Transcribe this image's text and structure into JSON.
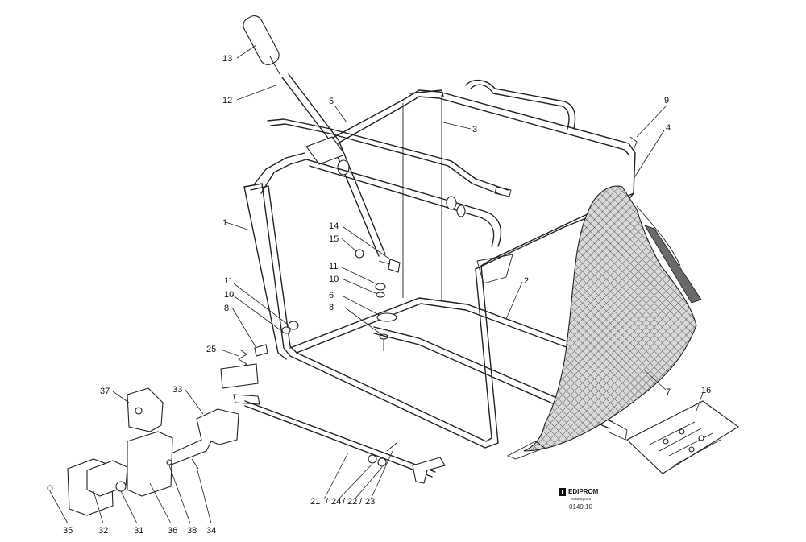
{
  "diagram": {
    "callouts": [
      {
        "id": "c13",
        "label": "13"
      },
      {
        "id": "c12",
        "label": "12"
      },
      {
        "id": "c5",
        "label": "5"
      },
      {
        "id": "c3",
        "label": "3"
      },
      {
        "id": "c9",
        "label": "9"
      },
      {
        "id": "c4",
        "label": "4"
      },
      {
        "id": "c1",
        "label": "1"
      },
      {
        "id": "c14",
        "label": "14"
      },
      {
        "id": "c15",
        "label": "15"
      },
      {
        "id": "c11a",
        "label": "11"
      },
      {
        "id": "c10a",
        "label": "10"
      },
      {
        "id": "c6",
        "label": "6"
      },
      {
        "id": "c8a",
        "label": "8"
      },
      {
        "id": "c11b",
        "label": "11"
      },
      {
        "id": "c10b",
        "label": "10"
      },
      {
        "id": "c8b",
        "label": "8"
      },
      {
        "id": "c2",
        "label": "2"
      },
      {
        "id": "c25",
        "label": "25"
      },
      {
        "id": "c7",
        "label": "7"
      },
      {
        "id": "c16",
        "label": "16"
      },
      {
        "id": "c37",
        "label": "37"
      },
      {
        "id": "c33",
        "label": "33"
      },
      {
        "id": "c21",
        "label": "21"
      },
      {
        "id": "c24",
        "label": "24"
      },
      {
        "id": "c22",
        "label": "22"
      },
      {
        "id": "c23",
        "label": "23"
      },
      {
        "id": "c35",
        "label": "35"
      },
      {
        "id": "c32",
        "label": "32"
      },
      {
        "id": "c31",
        "label": "31"
      },
      {
        "id": "c36",
        "label": "36"
      },
      {
        "id": "c38",
        "label": "38"
      },
      {
        "id": "c34",
        "label": "34"
      }
    ],
    "logo": {
      "brand": "EDIPROM",
      "sub": "catalogues"
    },
    "figure_code": "0149.10"
  }
}
